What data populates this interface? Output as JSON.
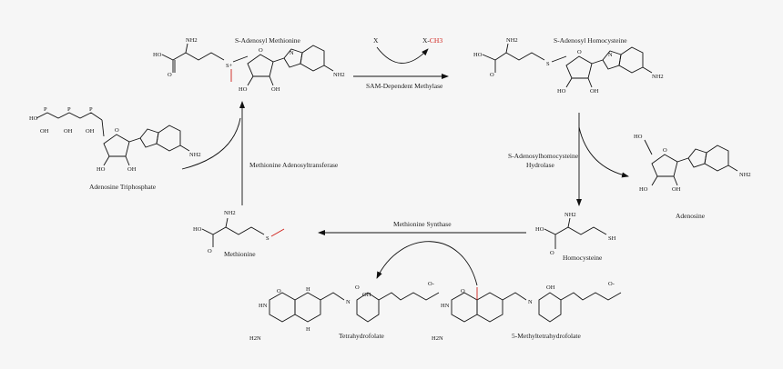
{
  "molecules": {
    "sam": "S-Adenosyl Methionine",
    "sah": "S-Adenosyl Homocysteine",
    "atp": "Adenosine Triphosphate",
    "methionine": "Methionine",
    "adenosine": "Adenosine",
    "homocysteine": "Homocysteine",
    "thf": "Tetrahydrofolate",
    "mthf": "5-Methyltetrahydrofolate"
  },
  "enzymes": {
    "methylase": "SAM-Dependent Methylase",
    "mat": "Methionine Adenosyltransferase",
    "sahh_line1": "S-Adenosylhomocysteine",
    "sahh_line2": "Hydrolase",
    "ms": "Methionine Synthase"
  },
  "methyl_transfer": {
    "acceptor": "X",
    "product_prefix": "X-",
    "product_group": "CH3"
  },
  "atoms": {
    "nh2": "NH2",
    "ho": "HO",
    "oh": "OH",
    "o": "O",
    "s": "S",
    "s_plus": "S+",
    "n": "N",
    "hn": "HN",
    "h2n": "H2N",
    "h": "H",
    "sh": "SH",
    "p": "P",
    "o_minus": "O-"
  },
  "colors": {
    "line": "#111111",
    "methyl": "#d0201a",
    "background": "#f6f6f6"
  }
}
